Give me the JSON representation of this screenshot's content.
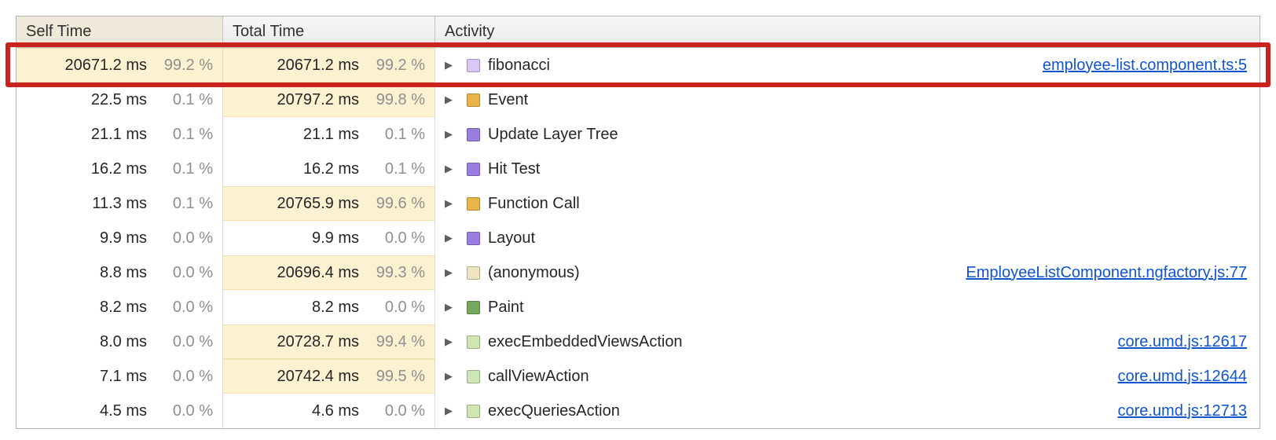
{
  "header": {
    "self_time": "Self Time",
    "total_time": "Total Time",
    "activity": "Activity"
  },
  "icons": {
    "expand_arrow": "▶"
  },
  "colors": {
    "link": "#1155cc",
    "highlight_cell_bg": "#fcf1d1",
    "annotation_red": "#c9221f",
    "percent_text": "#8f8f8f"
  },
  "rows": [
    {
      "self_ms": "20671.2 ms",
      "self_pct": "99.2 %",
      "self_highlight": true,
      "total_ms": "20671.2 ms",
      "total_pct": "99.2 %",
      "total_highlight": true,
      "activity": "fibonacci",
      "swatch_color": "#d9c7f4",
      "link": "employee-list.component.ts:5",
      "annotated": true
    },
    {
      "self_ms": "22.5 ms",
      "self_pct": "0.1 %",
      "self_highlight": false,
      "total_ms": "20797.2 ms",
      "total_pct": "99.8 %",
      "total_highlight": true,
      "activity": "Event",
      "swatch_color": "#e9b549",
      "link": ""
    },
    {
      "self_ms": "21.1 ms",
      "self_pct": "0.1 %",
      "self_highlight": false,
      "total_ms": "21.1 ms",
      "total_pct": "0.1 %",
      "total_highlight": false,
      "activity": "Update Layer Tree",
      "swatch_color": "#9b7ce0",
      "link": ""
    },
    {
      "self_ms": "16.2 ms",
      "self_pct": "0.1 %",
      "self_highlight": false,
      "total_ms": "16.2 ms",
      "total_pct": "0.1 %",
      "total_highlight": false,
      "activity": "Hit Test",
      "swatch_color": "#9b7ce0",
      "link": ""
    },
    {
      "self_ms": "11.3 ms",
      "self_pct": "0.1 %",
      "self_highlight": false,
      "total_ms": "20765.9 ms",
      "total_pct": "99.6 %",
      "total_highlight": true,
      "activity": "Function Call",
      "swatch_color": "#e9b549",
      "link": ""
    },
    {
      "self_ms": "9.9 ms",
      "self_pct": "0.0 %",
      "self_highlight": false,
      "total_ms": "9.9 ms",
      "total_pct": "0.0 %",
      "total_highlight": false,
      "activity": "Layout",
      "swatch_color": "#9b7ce0",
      "link": ""
    },
    {
      "self_ms": "8.8 ms",
      "self_pct": "0.0 %",
      "self_highlight": false,
      "total_ms": "20696.4 ms",
      "total_pct": "99.3 %",
      "total_highlight": true,
      "activity": "(anonymous)",
      "swatch_color": "#efe4c2",
      "link": "EmployeeListComponent.ngfactory.js:77"
    },
    {
      "self_ms": "8.2 ms",
      "self_pct": "0.0 %",
      "self_highlight": false,
      "total_ms": "8.2 ms",
      "total_pct": "0.0 %",
      "total_highlight": false,
      "activity": "Paint",
      "swatch_color": "#74a85c",
      "link": ""
    },
    {
      "self_ms": "8.0 ms",
      "self_pct": "0.0 %",
      "self_highlight": false,
      "total_ms": "20728.7 ms",
      "total_pct": "99.4 %",
      "total_highlight": true,
      "activity": "execEmbeddedViewsAction",
      "swatch_color": "#cde6b4",
      "link": "core.umd.js:12617"
    },
    {
      "self_ms": "7.1 ms",
      "self_pct": "0.0 %",
      "self_highlight": false,
      "total_ms": "20742.4 ms",
      "total_pct": "99.5 %",
      "total_highlight": true,
      "activity": "callViewAction",
      "swatch_color": "#cde6b4",
      "link": "core.umd.js:12644"
    },
    {
      "self_ms": "4.5 ms",
      "self_pct": "0.0 %",
      "self_highlight": false,
      "total_ms": "4.6 ms",
      "total_pct": "0.0 %",
      "total_highlight": false,
      "activity": "execQueriesAction",
      "swatch_color": "#cde6b4",
      "link": "core.umd.js:12713"
    }
  ]
}
